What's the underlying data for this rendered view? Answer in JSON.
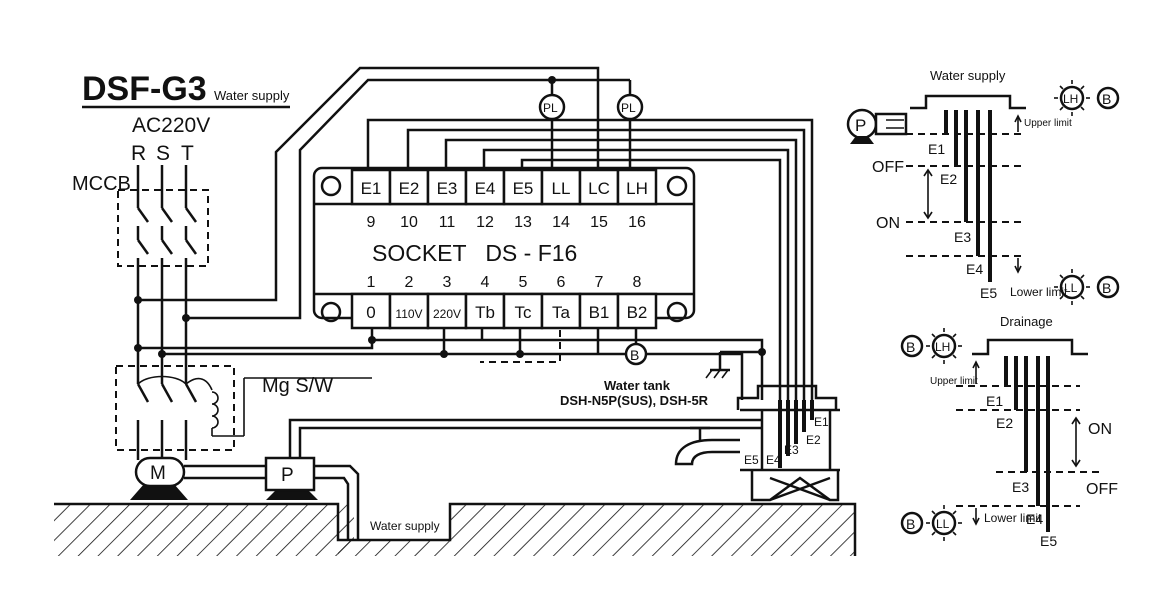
{
  "title": "DSF-G3",
  "title_sub": "Water supply",
  "power": "AC220V",
  "phases": [
    "R",
    "S",
    "T"
  ],
  "breaker": "MCCB",
  "contactor": "Mg S/W",
  "motor": "M",
  "pump": "P",
  "pilot_lamp": "PL",
  "socket": {
    "name": "SOCKET   DS - F16",
    "top_terminals": [
      "E1",
      "E2",
      "E3",
      "E4",
      "E5",
      "LL",
      "LC",
      "LH"
    ],
    "top_pins": [
      "9",
      "10",
      "11",
      "12",
      "13",
      "14",
      "15",
      "16"
    ],
    "bottom_pins": [
      "1",
      "2",
      "3",
      "4",
      "5",
      "6",
      "7",
      "8"
    ],
    "bottom_terminals": [
      "0",
      "110V",
      "220V",
      "Tb",
      "Tc",
      "Ta",
      "B1",
      "B2"
    ]
  },
  "buzzer": "B",
  "tank": {
    "label": "Water tank",
    "model": "DSH-N5P(SUS), DSH-5R"
  },
  "tank_electrodes": [
    "E1",
    "E2",
    "E3",
    "E4",
    "E5"
  ],
  "sump_label": "Water supply",
  "supply_diagram": {
    "title": "Water supply",
    "lamp_top": "LH",
    "lamp_bottom": "LL",
    "upper": "Upper limit",
    "lower": "Lower limit",
    "off": "OFF",
    "on": "ON",
    "electrodes": [
      "E1",
      "E2",
      "E3",
      "E4",
      "E5"
    ]
  },
  "drainage_diagram": {
    "title": "Drainage",
    "lamp_top": "LH",
    "lamp_bottom": "LL",
    "upper": "Upper limit",
    "lower": "Lower limit",
    "on": "ON",
    "off": "OFF",
    "electrodes": [
      "E1",
      "E2",
      "E3",
      "E4",
      "E5"
    ]
  }
}
